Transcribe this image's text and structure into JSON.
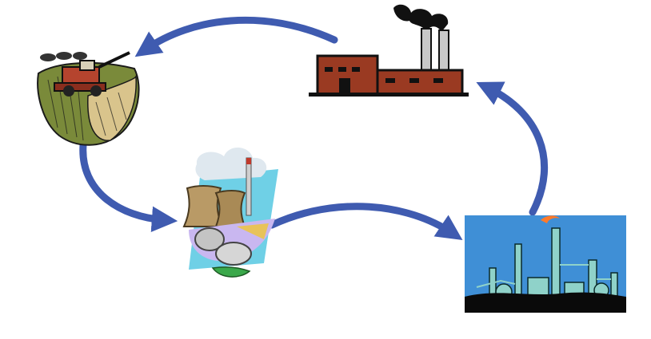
{
  "colors": {
    "arrow": "#3f5bb0",
    "factory_brick": "#9a3a22",
    "factory_outline": "#111111",
    "smoke": "#111111",
    "chimney": "#bdbdbd",
    "field_green": "#7a8a3a",
    "field_tan": "#d9c48c",
    "plant_sky": "#6fd0e6",
    "plant_lilac": "#c9b7f0",
    "tower_tan": "#b99a66",
    "cloud": "#dfe8ef",
    "refinery_sky": "#3f8fd6",
    "refinery_structure": "#8fd2c9",
    "refinery_ground": "#0a0a0a",
    "flame": "#ff7a2a"
  },
  "nodes": [
    {
      "id": "factory",
      "icon": "factory-icon"
    },
    {
      "id": "farm",
      "icon": "harvester-field-icon"
    },
    {
      "id": "power_plant",
      "icon": "power-plant-icon"
    },
    {
      "id": "refinery",
      "icon": "refinery-icon"
    }
  ],
  "edges": [
    {
      "from": "factory",
      "to": "farm"
    },
    {
      "from": "farm",
      "to": "power_plant"
    },
    {
      "from": "power_plant",
      "to": "refinery"
    },
    {
      "from": "refinery",
      "to": "factory"
    }
  ]
}
